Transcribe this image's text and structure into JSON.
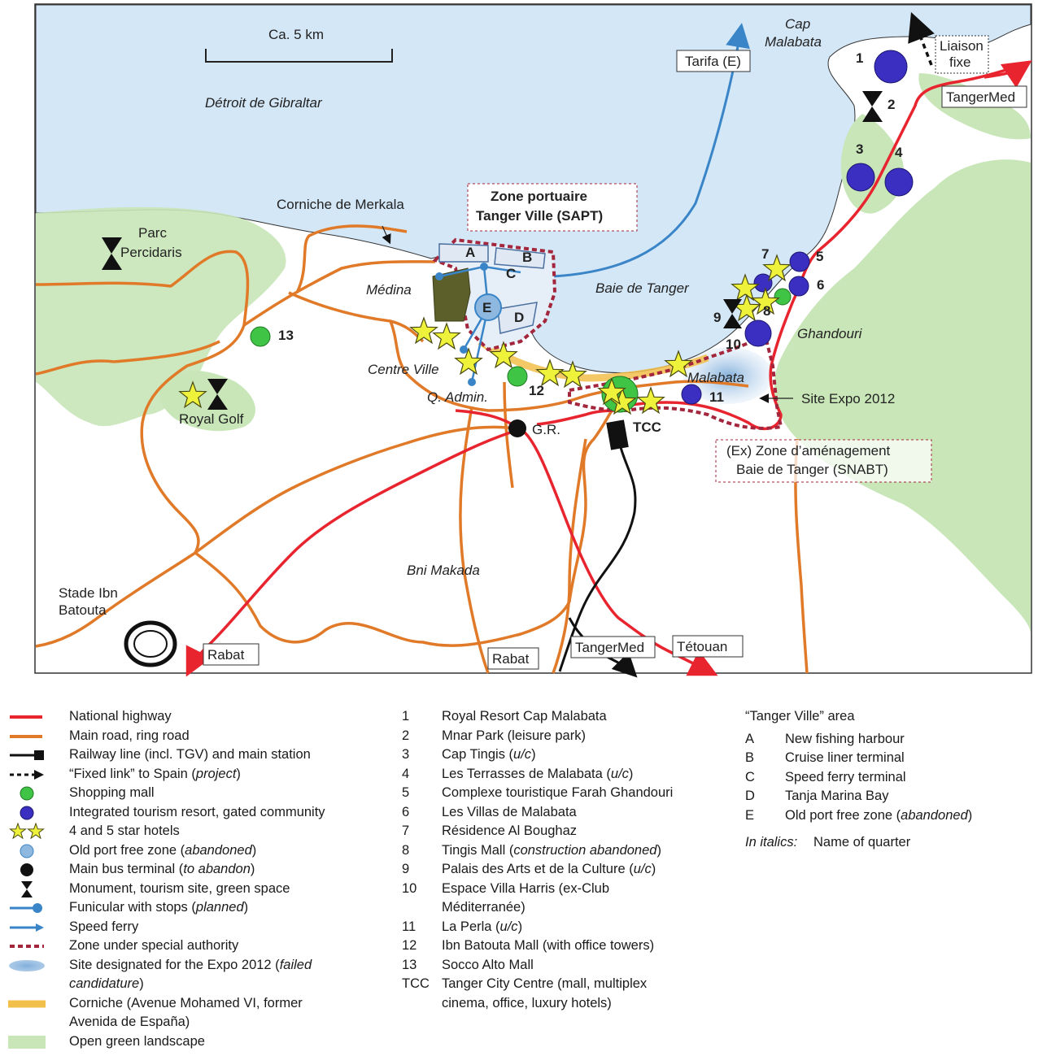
{
  "map": {
    "scale_label": "Ca. 5 km",
    "sea_label": "Détroit de Gibraltar",
    "bay_label": "Baie de Tanger",
    "cap_label": [
      "Cap",
      "Malabata"
    ],
    "corniche_label": "Corniche de Merkala",
    "parc_label": [
      "Parc",
      "Percidaris"
    ],
    "zone_port_label": [
      "Zone portuaire",
      "Tanger Ville (SAPT)"
    ],
    "zone_snabt_label": [
      "(Ex) Zone d’aménagement",
      "Baie de Tanger (SNABT)"
    ],
    "quarters": [
      "Médina",
      "Centre Ville",
      "Q. Admin.",
      "Bni Makada",
      "Malabata",
      "Ghandouri"
    ],
    "royal_golf": "Royal Golf",
    "stade": [
      "Stade Ibn",
      "Batouta"
    ],
    "expo_label": "Site Expo 2012",
    "bus_label": "G.R.",
    "tcc_label": "TCC",
    "boxes": [
      "Tarifa (E)",
      "Liaison fixe",
      "TangerMed",
      "Rabat",
      "Rabat",
      "TangerMed",
      "Tétouan"
    ],
    "harbour_letters": [
      "A",
      "B",
      "C",
      "D",
      "E"
    ],
    "site_numbers": [
      "1",
      "2",
      "3",
      "4",
      "5",
      "6",
      "7",
      "8",
      "9",
      "10",
      "11",
      "12",
      "13"
    ],
    "colors": {
      "sea": "#d4e7f7",
      "land": "#ffffff",
      "green": "#c8e6b8",
      "highway": "#e8252f",
      "main_road": "#e07a29",
      "ferry": "#3a85c7",
      "zone": "#a3263c",
      "resort": "#3a2fc0",
      "mall": "#3fc445",
      "star": "#eef23a"
    }
  },
  "legend_symbols": [
    {
      "icon": "highway-line-icon",
      "text": "National highway"
    },
    {
      "icon": "main-road-line-icon",
      "text": "Main road, ring road"
    },
    {
      "icon": "railway-line-icon",
      "text": "Railway line (incl. TGV) and main station"
    },
    {
      "icon": "fixed-link-arrow-icon",
      "text": "“Fixed link” to Spain (",
      "italic": "project",
      "after": ")"
    },
    {
      "icon": "green-dot-icon",
      "text": "Shopping mall"
    },
    {
      "icon": "purple-dot-icon",
      "text": "Integrated tourism resort, gated community"
    },
    {
      "icon": "stars-icon",
      "text": "4 and 5 star hotels"
    },
    {
      "icon": "light-blue-dot-icon",
      "text": "Old port free zone (",
      "italic": "abandoned",
      "after": ")"
    },
    {
      "icon": "black-dot-icon",
      "text": "Main bus terminal (",
      "italic": "to abandon",
      "after": ")"
    },
    {
      "icon": "hourglass-icon",
      "text": "Monument, tourism site, green space"
    },
    {
      "icon": "funicular-icon",
      "text": "Funicular with stops (",
      "italic": "planned",
      "after": ")"
    },
    {
      "icon": "ferry-arrow-icon",
      "text": "Speed ferry"
    },
    {
      "icon": "dotted-zone-icon",
      "text": "Zone under special authority"
    },
    {
      "icon": "expo-blob-icon",
      "text": "Site designated for the Expo 2012 (",
      "italic": "failed",
      "line2_italic": "candidature",
      "after": ")"
    },
    {
      "icon": "corniche-band-icon",
      "text": "Corniche (Avenue Mohamed VI, former",
      "line2": "Avenida de España)"
    },
    {
      "icon": "green-area-icon",
      "text": "Open green landscape"
    }
  ],
  "legend_sites": [
    {
      "key": "1",
      "text": "Royal Resort Cap Malabata"
    },
    {
      "key": "2",
      "text": "Mnar Park (leisure park)"
    },
    {
      "key": "3",
      "text": "Cap Tingis (",
      "italic": "u/c",
      "after": ")"
    },
    {
      "key": "4",
      "text": "Les Terrasses de Malabata (",
      "italic": "u/c",
      "after": ")"
    },
    {
      "key": "5",
      "text": "Complexe touristique Farah Ghandouri"
    },
    {
      "key": "6",
      "text": "Les Villas de Malabata"
    },
    {
      "key": "7",
      "text": "Résidence Al Boughaz"
    },
    {
      "key": "8",
      "text": "Tingis Mall (",
      "italic": "construction abandoned",
      "after": ")"
    },
    {
      "key": "9",
      "text": "Palais des Arts et de la Culture (",
      "italic": "u/c",
      "after": ")"
    },
    {
      "key": "10",
      "text": "Espace Villa Harris (ex-Club",
      "line2": "Méditerranée)"
    },
    {
      "key": "11",
      "text": "La Perla (",
      "italic": "u/c",
      "after": ")"
    },
    {
      "key": "12",
      "text": "Ibn Batouta Mall (with office towers)"
    },
    {
      "key": "13",
      "text": "Socco Alto Mall"
    },
    {
      "key": "TCC",
      "text": "Tanger City Centre (mall, multiplex",
      "line2": "cinema, office, luxury hotels)"
    }
  ],
  "legend_area": {
    "title": "“Tanger Ville” area",
    "items": [
      {
        "key": "A",
        "text": "New fishing harbour"
      },
      {
        "key": "B",
        "text": "Cruise liner terminal"
      },
      {
        "key": "C",
        "text": "Speed ferry terminal"
      },
      {
        "key": "D",
        "text": "Tanja Marina Bay"
      },
      {
        "key": "E",
        "text": "Old port free zone (",
        "italic": "abandoned",
        "after": ")"
      }
    ],
    "italics_key": "In italics:",
    "italics_text": "Name of quarter"
  }
}
